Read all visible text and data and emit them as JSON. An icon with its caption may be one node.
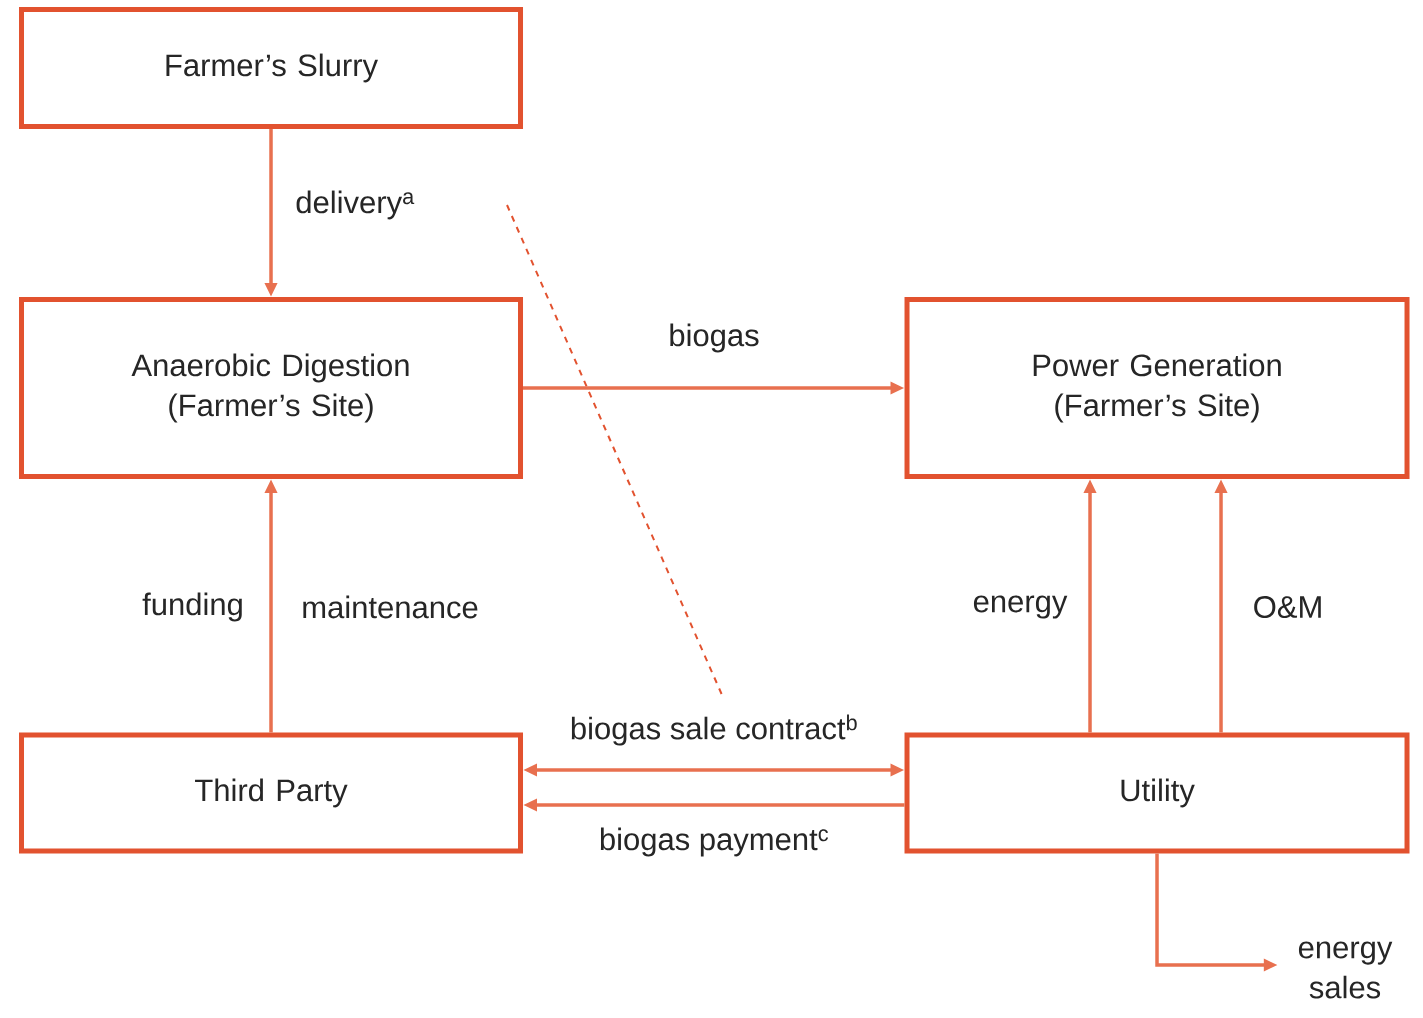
{
  "diagram": {
    "nodes": [
      {
        "text": [
          "Farmer’s Slurry"
        ]
      },
      {
        "text": [
          "Anaerobic Digestion (Farmer’s Site)"
        ]
      },
      {
        "text": [
          "Power Generation (Farmer’s Site)"
        ]
      },
      {
        "text": [
          "Third Party"
        ]
      },
      {
        "text": [
          "Utility"
        ]
      },
      {
        "text": [
          "energy sales"
        ]
      }
    ],
    "edges": [
      {
        "from": 0,
        "to": 1,
        "arrow": "to",
        "label": "delivery$^{a}$"
      },
      {
        "from": 1,
        "to": 2,
        "arrow": "to",
        "label": "biogas"
      },
      {
        "from": 3,
        "to": 1,
        "arrow": "to"
      },
      {
        "from": 4,
        "to": 2,
        "arrow": "to",
        "label": "energy"
      },
      {
        "from": 4,
        "to": 2,
        "arrow": "to",
        "label": "O&M"
      },
      {
        "from": 3,
        "to": 4,
        "arrow": "both",
        "label": "biogas sale contract$^{b}$"
      },
      {
        "from": 4,
        "to": 3,
        "arrow": "to",
        "label": "biogas payment$^{c}$"
      },
      {
        "from": 4,
        "to": 5,
        "arrow": "to"
      }
    ],
    "labels": [
      "funding",
      "maintenance"
    ]
  }
}
